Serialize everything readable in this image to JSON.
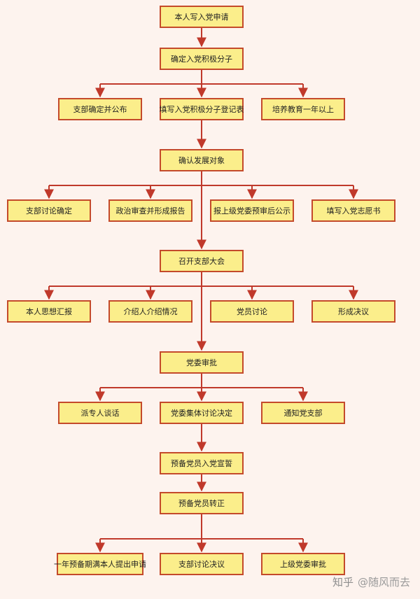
{
  "nodes": {
    "n1": "本人写入党申请",
    "n2": "确定入党积极分子",
    "n3a": "支部确定并公布",
    "n3b": "填写入党积极分子登记表",
    "n3c": "培养教育一年以上",
    "n4": "确认发展对象",
    "n5a": "支部讨论确定",
    "n5b": "政治审查并形成报告",
    "n5c": "报上级党委预审后公示",
    "n5d": "填写入党志愿书",
    "n6": "召开支部大会",
    "n7a": "本人思想汇报",
    "n7b": "介绍人介绍情况",
    "n7c": "党员讨论",
    "n7d": "形成决议",
    "n8": "党委审批",
    "n9a": "派专人谈话",
    "n9b": "党委集体讨论决定",
    "n9c": "通知党支部",
    "n10": "预备党员入党宣誓",
    "n11": "预备党员转正",
    "n12a": "一年预备期满本人提出申请",
    "n12b": "支部讨论决议",
    "n12c": "上级党委审批"
  },
  "watermark": {
    "logo": "知乎",
    "author": "@随风而去"
  },
  "colors": {
    "box_fill": "#fbee8b",
    "box_border": "#c44a2b",
    "connector": "#c0392b",
    "background": "#fdf3ee"
  }
}
